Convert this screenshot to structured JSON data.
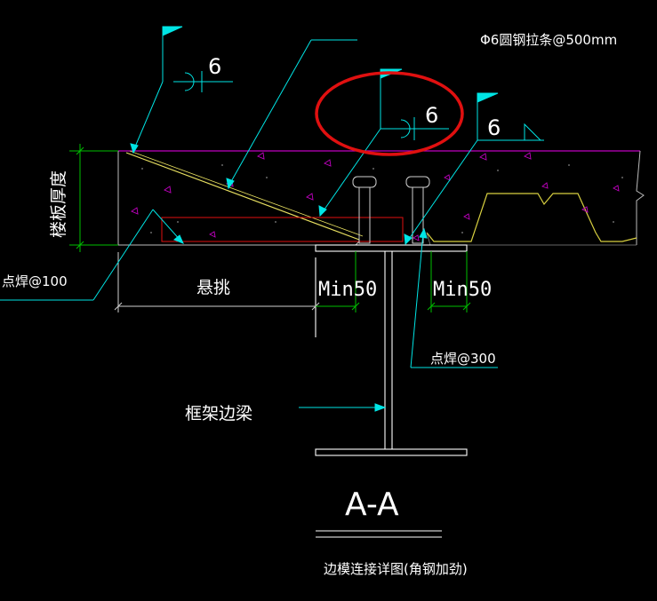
{
  "drawing": {
    "section_title": "A-A",
    "caption": "边模连接详图(角钢加劲)",
    "tie_bar_note": "Φ6圆钢拉条@500mm",
    "slab_thickness_label": "楼板厚度",
    "spot_weld_100": "点焊@100",
    "spot_weld_300": "点焊@300",
    "cantilever_label": "悬挑",
    "min50_left": "Min50",
    "min50_right": "Min50",
    "frame_beam_label": "框架边梁",
    "weld_size_1": "6",
    "weld_size_2": "6",
    "weld_size_3": "6"
  },
  "colors": {
    "background": "#000000",
    "leader_cyan": "#00e5e5",
    "slab_edge_magenta": "#c000c0",
    "steel_white": "#ffffff",
    "annotation_green": "#00c000",
    "highlight_red": "#e01010",
    "yellow_edge": "#e8e060",
    "deck_yellow": "#d8d040"
  },
  "icons": {
    "weld_flag": "flag-icon",
    "weld_triangle": "fillet-weld-triangle-icon",
    "highlight": "red-ellipse-highlight"
  }
}
